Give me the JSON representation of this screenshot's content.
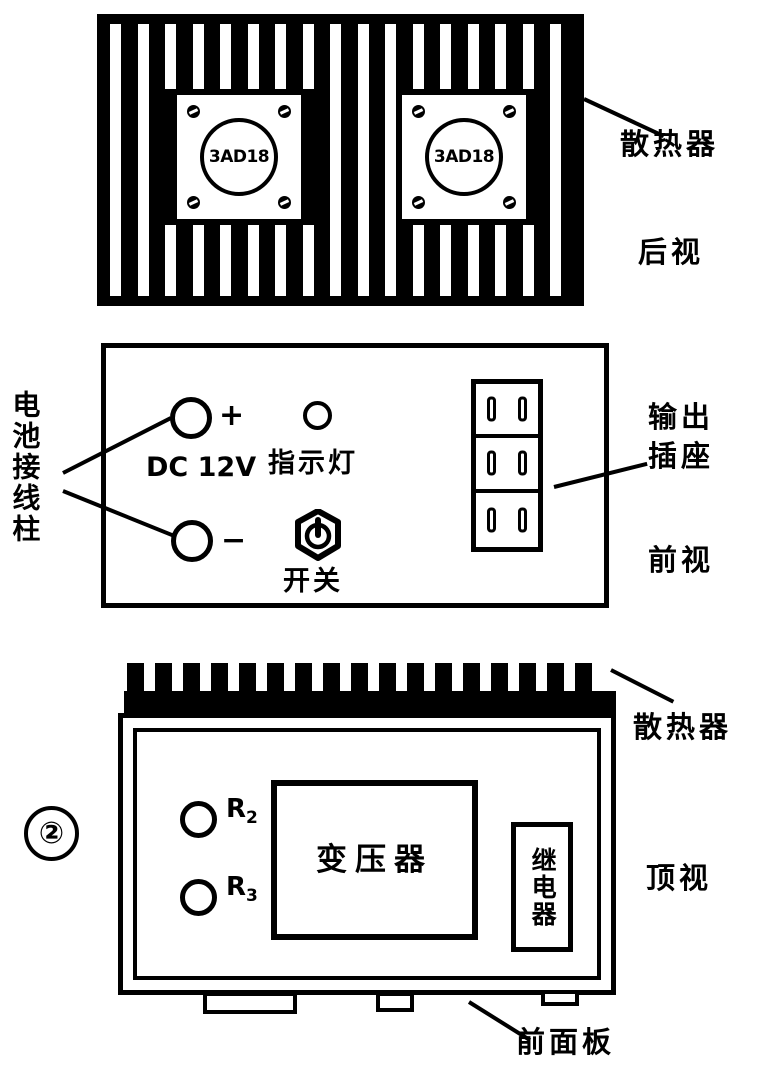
{
  "figure": {
    "number": "②"
  },
  "views": {
    "rear": {
      "view_label": "后视",
      "heatsink_label": "散热器",
      "transistors": [
        {
          "part_number": "3AD18"
        },
        {
          "part_number": "3AD18"
        }
      ]
    },
    "front": {
      "view_label": "前视",
      "battery_terminal_label": "电池接线柱",
      "dc_label": "DC 12V",
      "positive_symbol": "+",
      "negative_symbol": "−",
      "indicator_label": "指示灯",
      "switch_label": "开关",
      "output_socket_label": "输出插座",
      "socket_rows": 3
    },
    "top": {
      "view_label": "顶视",
      "heatsink_label": "散热器",
      "transformer_label": "变压器",
      "relay_label": "继电器",
      "front_panel_label": "前面板",
      "resistors": [
        {
          "label": "R",
          "subscript": "2"
        },
        {
          "label": "R",
          "subscript": "3"
        }
      ]
    }
  },
  "icons": {
    "power_switch": "power-symbol",
    "screw": "screw-head"
  },
  "colors": {
    "ink": "#000000",
    "paper": "#ffffff"
  }
}
